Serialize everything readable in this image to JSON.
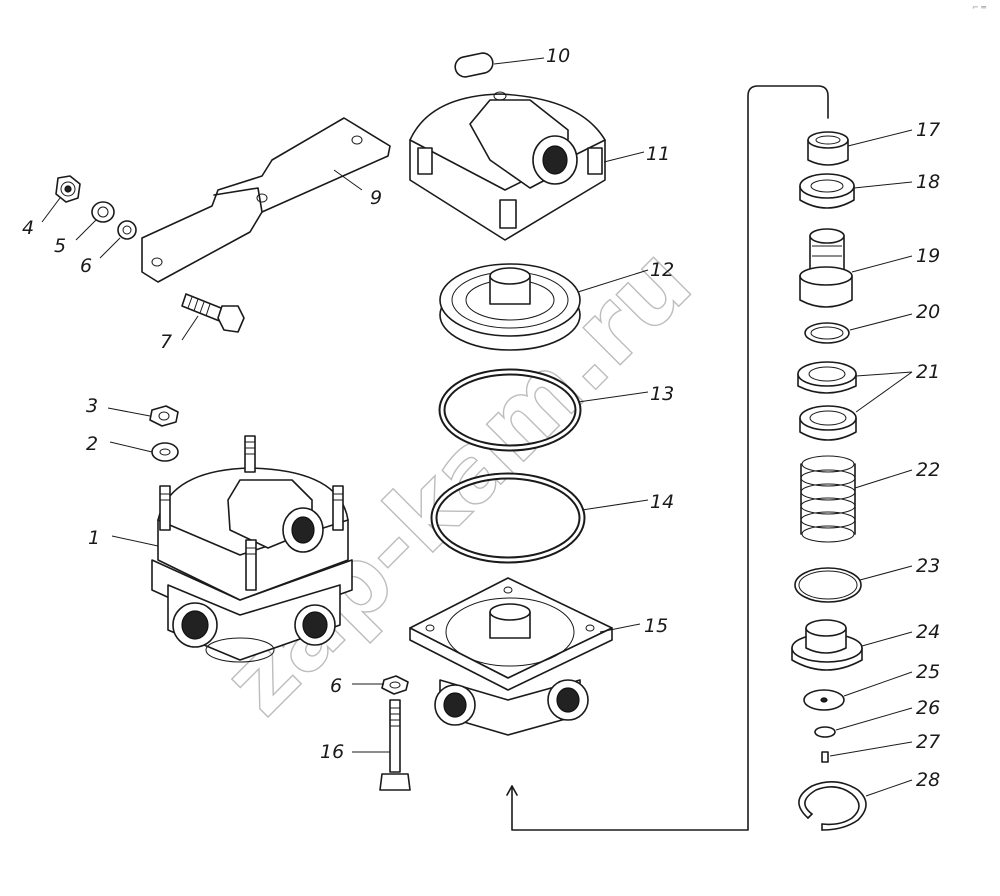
{
  "diagram": {
    "watermark": "zap-kam.ru",
    "corner_mark": "⌐ ═",
    "callouts": [
      {
        "id": "c1",
        "label": "1"
      },
      {
        "id": "c2",
        "label": "2"
      },
      {
        "id": "c3",
        "label": "3"
      },
      {
        "id": "c4",
        "label": "4"
      },
      {
        "id": "c5",
        "label": "5"
      },
      {
        "id": "c6a",
        "label": "6"
      },
      {
        "id": "c6b",
        "label": "6"
      },
      {
        "id": "c7",
        "label": "7"
      },
      {
        "id": "c9",
        "label": "9"
      },
      {
        "id": "c10",
        "label": "10"
      },
      {
        "id": "c11",
        "label": "11"
      },
      {
        "id": "c12",
        "label": "12"
      },
      {
        "id": "c13",
        "label": "13"
      },
      {
        "id": "c14",
        "label": "14"
      },
      {
        "id": "c15",
        "label": "15"
      },
      {
        "id": "c16",
        "label": "16"
      },
      {
        "id": "c17",
        "label": "17"
      },
      {
        "id": "c18",
        "label": "18"
      },
      {
        "id": "c19",
        "label": "19"
      },
      {
        "id": "c20",
        "label": "20"
      },
      {
        "id": "c21",
        "label": "21"
      },
      {
        "id": "c22",
        "label": "22"
      },
      {
        "id": "c23",
        "label": "23"
      },
      {
        "id": "c24",
        "label": "24"
      },
      {
        "id": "c25",
        "label": "25"
      },
      {
        "id": "c26",
        "label": "26"
      },
      {
        "id": "c27",
        "label": "27"
      },
      {
        "id": "c28",
        "label": "28"
      }
    ]
  }
}
